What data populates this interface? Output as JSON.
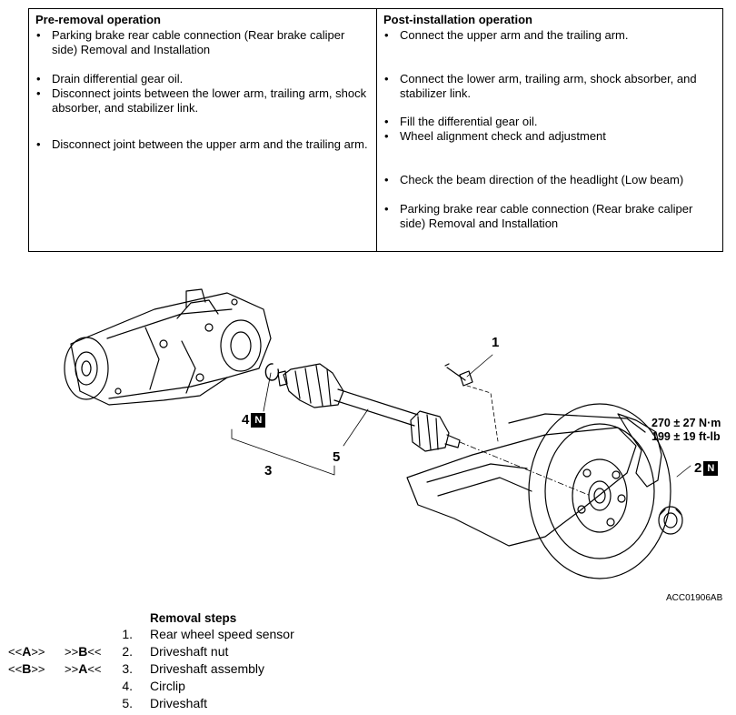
{
  "table": {
    "pre_removal": {
      "heading": "Pre-removal operation",
      "items": [
        "Parking brake rear cable connection (Rear brake caliper side) Removal and Installation",
        "Drain differential gear oil.",
        "Disconnect joints between the lower arm, trailing arm, shock absorber, and stabilizer link.",
        "Disconnect joint between the upper arm and the trailing arm."
      ]
    },
    "post_installation": {
      "heading": "Post-installation operation",
      "items": [
        "Connect the upper arm and the trailing arm.",
        "Connect the lower arm, trailing arm, shock absorber, and stabilizer link.",
        "Fill the differential gear oil.",
        "Wheel alignment check and adjustment",
        "Check the beam direction of the headlight (Low beam)",
        "Parking brake rear cable connection (Rear brake caliper side) Removal and Installation"
      ]
    }
  },
  "diagram": {
    "callouts": [
      "1",
      "2",
      "3",
      "4",
      "5"
    ],
    "badge": "N",
    "torque": [
      "270 ± 27 N·m",
      "199 ± 19 ft-lb"
    ],
    "figure_id": "ACC01906AB"
  },
  "steps": {
    "title": "Removal steps",
    "rows": [
      {
        "pre_open": "",
        "pre_letter": "",
        "pre_close": "",
        "post_open": "",
        "post_letter": "",
        "post_close": "",
        "num": "1.",
        "name": "Rear wheel speed sensor"
      },
      {
        "pre_open": "<<",
        "pre_letter": "A",
        "pre_close": ">>",
        "post_open": ">>",
        "post_letter": "B",
        "post_close": "<<",
        "num": "2.",
        "name": "Driveshaft nut"
      },
      {
        "pre_open": "<<",
        "pre_letter": "B",
        "pre_close": ">>",
        "post_open": ">>",
        "post_letter": "A",
        "post_close": "<<",
        "num": "3.",
        "name": "Driveshaft assembly"
      },
      {
        "pre_open": "",
        "pre_letter": "",
        "pre_close": "",
        "post_open": "",
        "post_letter": "",
        "post_close": "",
        "num": "4.",
        "name": "Circlip"
      },
      {
        "pre_open": "",
        "pre_letter": "",
        "pre_close": "",
        "post_open": "",
        "post_letter": "",
        "post_close": "",
        "num": "5.",
        "name": "Driveshaft"
      }
    ]
  }
}
